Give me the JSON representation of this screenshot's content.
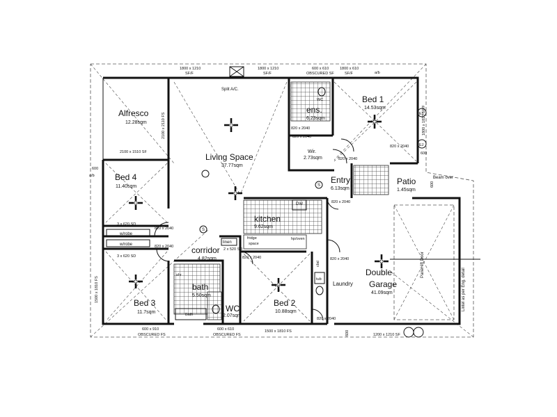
{
  "rooms": {
    "alfresco": {
      "name": "Alfresco",
      "area": "12.28sqm"
    },
    "living": {
      "name": "Living Space",
      "area": "37.77sqm"
    },
    "bed1": {
      "name": "Bed 1",
      "area": "14.53sqm"
    },
    "ens": {
      "name": "ens.",
      "area": "6.23sqm"
    },
    "wir": {
      "name": "Wir.",
      "area": "2.73sqm"
    },
    "bed4": {
      "name": "Bed 4",
      "area": "11.40sqm"
    },
    "entry": {
      "name": "Entry",
      "area": "6.13sqm"
    },
    "patio": {
      "name": "Patio",
      "area": "1.45sqm"
    },
    "kitchen": {
      "name": "kitchen",
      "area": "9.62sqm"
    },
    "corridor": {
      "name": "corridor",
      "area": "4.82sqm"
    },
    "bed3": {
      "name": "Bed 3",
      "area": "11.7sqm"
    },
    "bath": {
      "name": "bath",
      "area": "5.50sqm"
    },
    "wc": {
      "name": "WC",
      "area": "2.07sqm"
    },
    "bed2": {
      "name": "Bed 2",
      "area": "10.88sqm"
    },
    "laundry": {
      "name": "Laundry"
    },
    "garage": {
      "name": "Double Garage",
      "line1": "Double",
      "line2": "Garage",
      "area": "41.09sqm"
    }
  },
  "fixtures": {
    "linen": "linen",
    "wrobe": "w/robe",
    "sd1": "3 x 620 SD",
    "sd2": "3 x 620 SD",
    "sd3": "2 x 520 SD",
    "dw": "DW",
    "fridge": "fridge",
    "space": "space",
    "hpoven": "hp/oven",
    "wc_small": "WC",
    "bath_small": "Bath",
    "shr": "shr",
    "tub": "tub",
    "cbd": "cbd",
    "split_ac": "Split A/C.",
    "panel_lift": "Panel lift Door",
    "lintel": "Lintel as per Eng. detail",
    "beam_over": "Beam over",
    "s_symbol": "S"
  },
  "windows": {
    "top1": "1800 x 1210",
    "top1b": "SF/F",
    "top2": "1800 x 1210",
    "top2b": "SF/F",
    "top3": "600 x 610",
    "top3b": "OBSCURED SF",
    "top4": "1800 x 610",
    "top4b": "SF/F",
    "alfresco_side": "2100 x 2110 FS",
    "alfresco_bottom": "2100 x 1510 SF",
    "right_side": "1800 x 1810 SF/F",
    "left_side": "1500 x 1810 FS",
    "bottom1": "600 x 910",
    "bottom1b": "OBSCURED FS",
    "bottom2": "600 x 610",
    "bottom2b": "OBSCURED FS",
    "bottom3": "1500 x 1810 FS",
    "bottom4": "1200 x 1210 SF",
    "right_600": "600",
    "left_600": "600",
    "patio_600": "600",
    "garage_600": "600"
  },
  "doors": {
    "d1": "820 x 2040",
    "d2": "820 x 2040",
    "d3": "820 x 2040",
    "d4": "820 x 2040",
    "d5": "820 x 2040",
    "d6": "820 x 2040",
    "d7": "820 x 2040",
    "d8": "820 x 2040",
    "d9": "820 x 2040",
    "d10": "820 x 2040"
  },
  "markers": {
    "ej1": "EJ",
    "ej2": "EJ",
    "ab1": "a/b",
    "ab2": "a/b"
  }
}
